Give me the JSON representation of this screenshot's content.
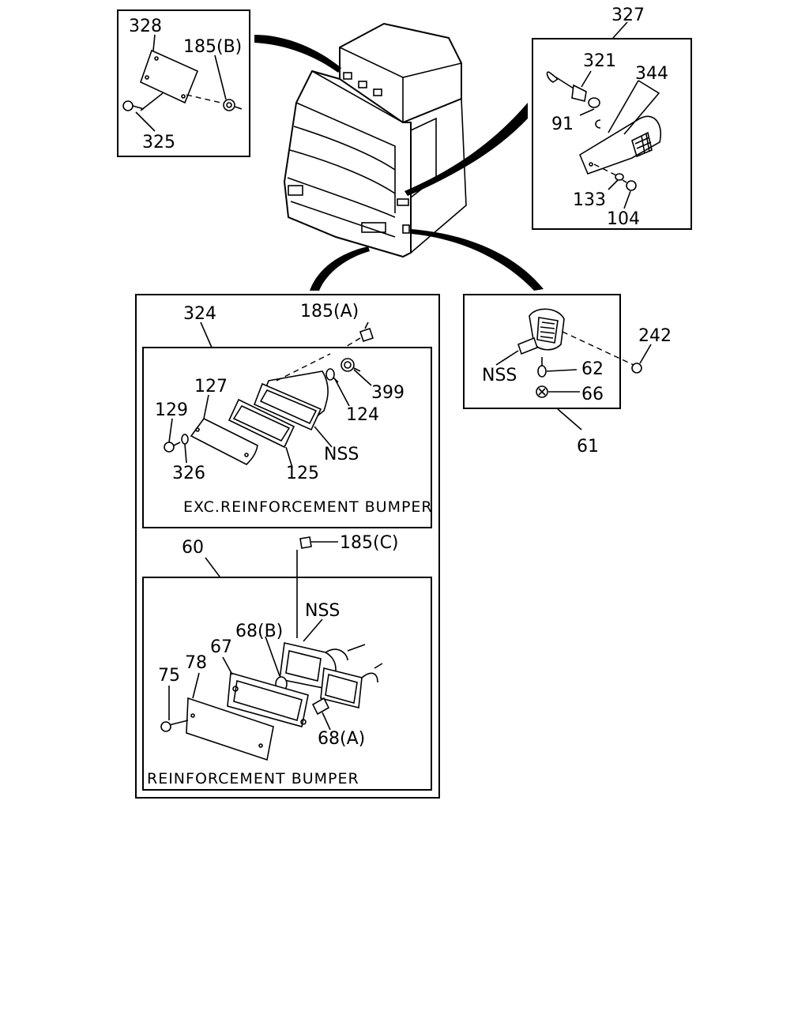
{
  "labels": {
    "p328": "328",
    "p185b": "185(B)",
    "p325": "325",
    "p327": "327",
    "p321": "321",
    "p344": "344",
    "p91": "91",
    "p133": "133",
    "p104": "104",
    "p324": "324",
    "p185a": "185(A)",
    "p127": "127",
    "p129": "129",
    "p399": "399",
    "p124": "124",
    "nss1": "NSS",
    "p125": "125",
    "p326": "326",
    "cap_exc": "EXC.REINFORCEMENT BUMPER",
    "p60": "60",
    "p185c": "185(C)",
    "nss2": "NSS",
    "p68b": "68(B)",
    "p67": "67",
    "p75": "75",
    "p78": "78",
    "p68a": "68(A)",
    "cap_reinf": "REINFORCEMENT BUMPER",
    "nss3": "NSS",
    "p62": "62",
    "p66": "66",
    "p242": "242",
    "p61": "61"
  }
}
